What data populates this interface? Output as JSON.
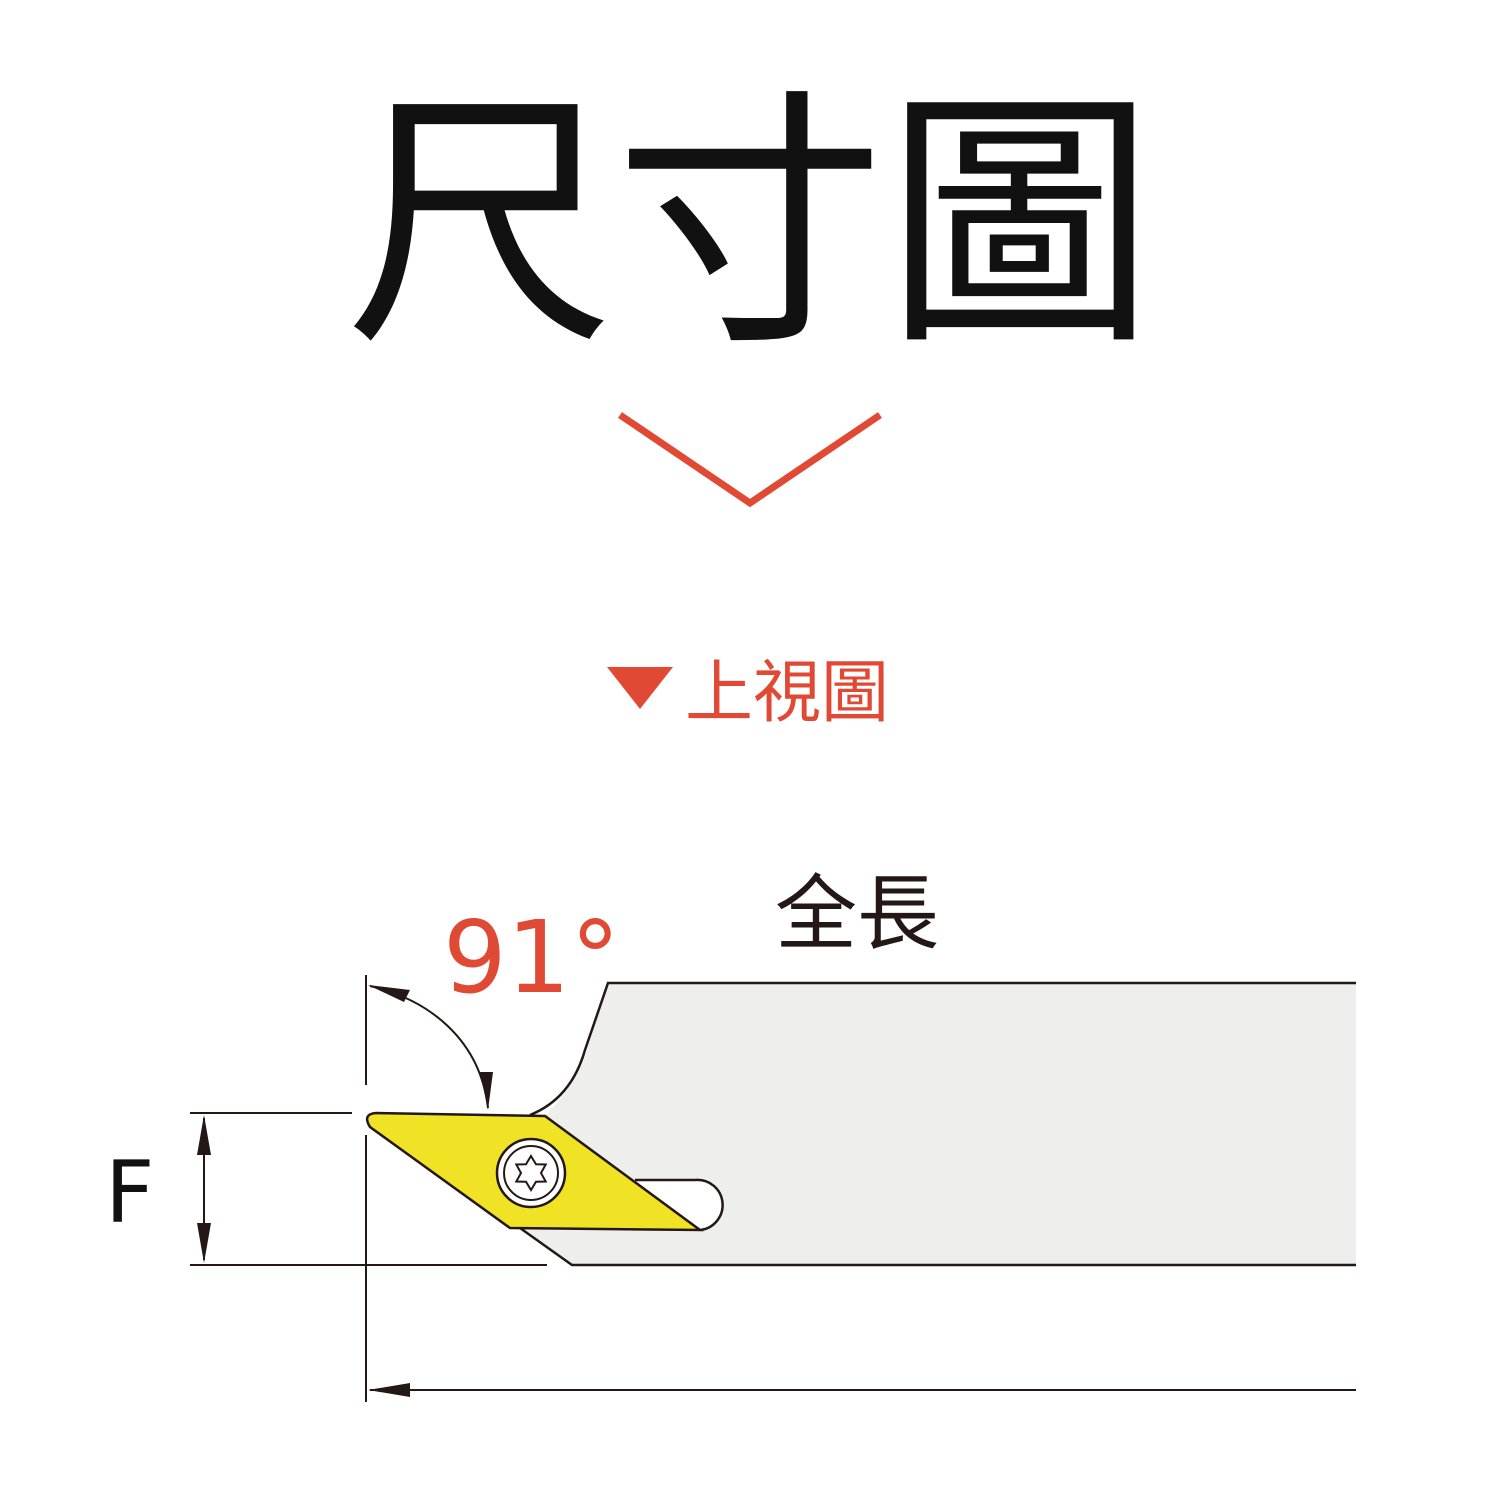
{
  "title": "尺寸圖",
  "section_label": "上視圖",
  "angle_label": "91°",
  "length_label": "全長",
  "height_label": "F",
  "colors": {
    "accent": "#e04a35",
    "ink": "#231815",
    "insert": "#f0e224",
    "body": "#eeeeec"
  },
  "icons": {
    "down-chevron": "chevron-down-icon",
    "down-triangle": "triangle-down-icon"
  }
}
